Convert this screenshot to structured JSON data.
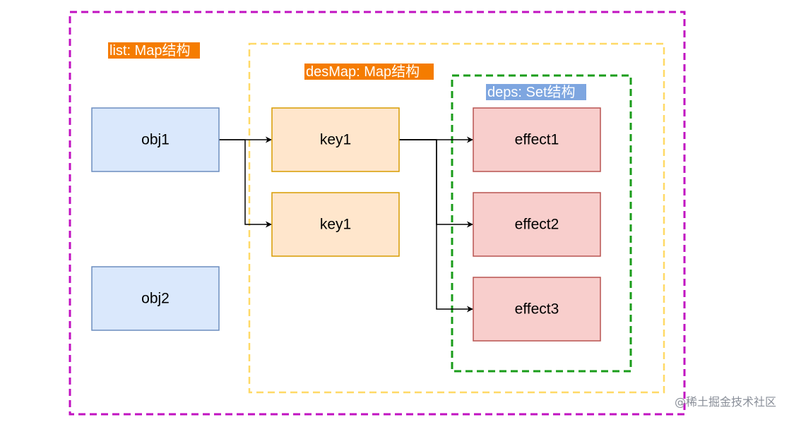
{
  "containers": {
    "list": {
      "label": "list: Map结构",
      "border_color": "#c112c1",
      "badge_color": "#f57c00"
    },
    "desmap": {
      "label": "desMap: Map结构",
      "border_color": "#ffd966",
      "badge_color": "#f57c00"
    },
    "deps": {
      "label": "deps: Set结构",
      "border_color": "#1a9c1a",
      "badge_color": "#7ea6e0"
    }
  },
  "nodes": {
    "obj1": {
      "label": "obj1",
      "fill": "#dae8fc",
      "stroke": "#6c8ebf"
    },
    "obj2": {
      "label": "obj2",
      "fill": "#dae8fc",
      "stroke": "#6c8ebf"
    },
    "key1_a": {
      "label": "key1",
      "fill": "#ffe6cc",
      "stroke": "#d79b00"
    },
    "key1_b": {
      "label": "key1",
      "fill": "#ffe6cc",
      "stroke": "#d79b00"
    },
    "effect1": {
      "label": "effect1",
      "fill": "#f8cecc",
      "stroke": "#b85450"
    },
    "effect2": {
      "label": "effect2",
      "fill": "#f8cecc",
      "stroke": "#b85450"
    },
    "effect3": {
      "label": "effect3",
      "fill": "#f8cecc",
      "stroke": "#b85450"
    }
  },
  "edges": [
    {
      "from": "obj1",
      "to": "key1_a"
    },
    {
      "from": "obj1",
      "to": "key1_b"
    },
    {
      "from": "key1_a",
      "to": "effect1"
    },
    {
      "from": "key1_a",
      "to": "effect2"
    },
    {
      "from": "key1_a",
      "to": "effect3"
    }
  ],
  "watermark": "@稀土掘金技术社区"
}
